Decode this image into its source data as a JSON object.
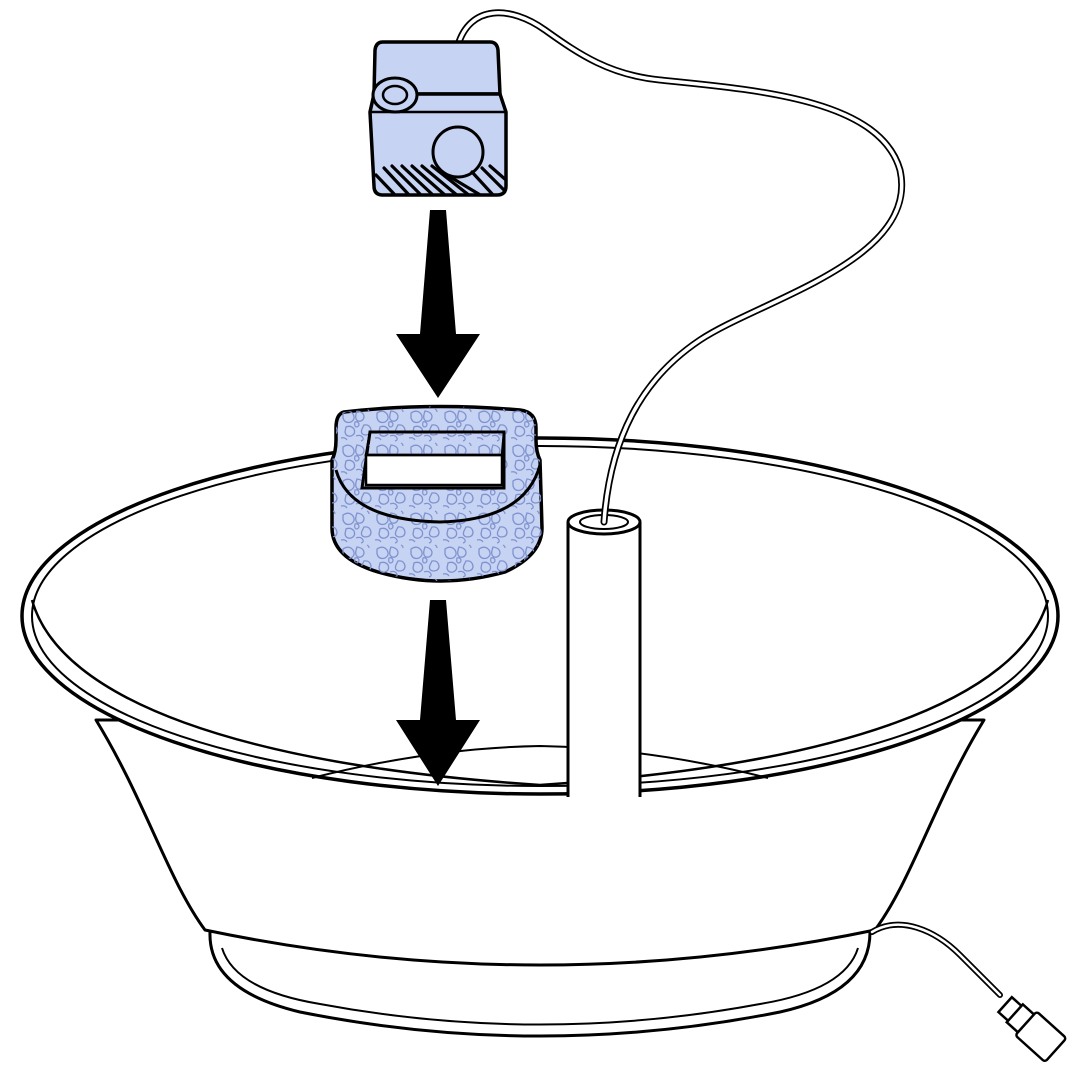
{
  "diagram": {
    "type": "assembly-illustration",
    "parts": [
      "water-pump",
      "foam-filter",
      "fountain-bowl",
      "water-tube",
      "power-cord"
    ],
    "steps": [
      "place-pump-into-filter",
      "place-filter-into-bowl"
    ],
    "colors": {
      "line": "#000000",
      "background": "#ffffff",
      "pump_fill": "#c6d3f2",
      "filter_fill": "#c6d3f2",
      "filter_pattern": "#7f92cf",
      "arrow": "#000000"
    }
  }
}
